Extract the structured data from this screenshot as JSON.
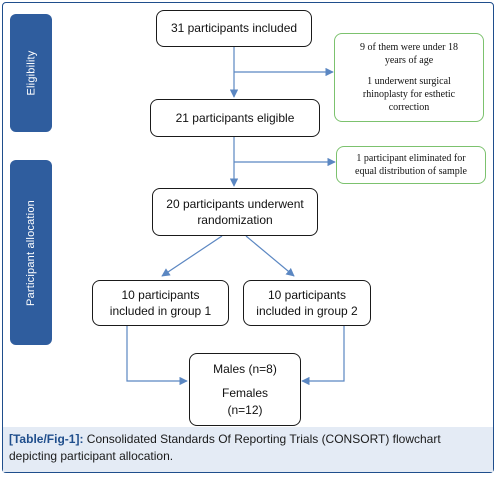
{
  "side_labels": {
    "eligibility": "Eligibility",
    "allocation": "Participant allocation"
  },
  "boxes": {
    "included": "31 participants included",
    "eligible": "21 participants eligible",
    "randomization": [
      "20 participants underwent",
      "randomization"
    ],
    "group1": [
      "10 participants",
      "included in group 1"
    ],
    "group2": [
      "10 participants",
      "included in group 2"
    ],
    "final": {
      "males": "Males (n=8)",
      "females": [
        "Females",
        "(n=12)"
      ]
    }
  },
  "exclusions": {
    "first": {
      "line1": [
        "9 of them were under 18",
        "years of age"
      ],
      "line2": [
        "1 underwent surgical",
        "rhinoplasty for esthetic",
        "correction"
      ]
    },
    "second": [
      "1 participant eliminated for",
      "equal distribution of sample"
    ]
  },
  "caption": {
    "tag": "[Table/Fig-1]:",
    "text": " Consolidated Standards Of Reporting Trials (CONSORT) flowchart depicting participant allocation."
  },
  "colors": {
    "side_panel": "#2f5d9e",
    "arrow": "#5b87c2",
    "exclusion_border": "#7cc26e",
    "caption_bg": "#e4ebf5",
    "caption_tag": "#1f4e8c"
  }
}
